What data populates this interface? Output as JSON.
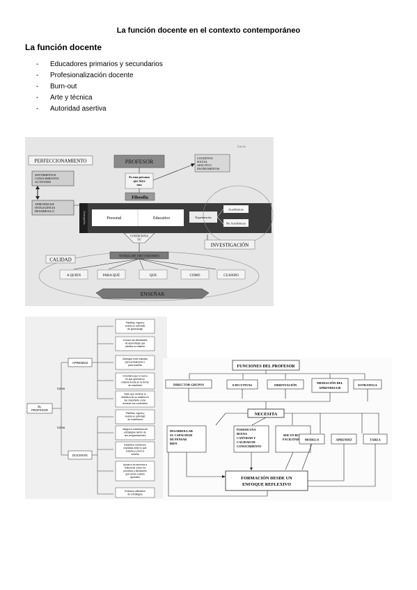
{
  "doc": {
    "title": "La función docente en el contexto contemporáneo",
    "section_heading": "La función docente",
    "bullets": [
      "Educadores primarios y secundarios",
      "Profesionalización docente",
      "Burn-out",
      "Arte y técnica",
      "Autoridad asertiva"
    ]
  },
  "figure1": {
    "corner_note": "Lucas",
    "perfeccionamiento": "PERFECCIONAMIENTO",
    "profesor": "PROFESOR",
    "sentimientos": [
      "SENTIMIENTOS",
      "CONOCIMIENTOS",
      "ACTITUDES"
    ],
    "aprendizaje": [
      "APRENDIZAJE",
      "INTELIGENCIA",
      "DESARROLLO"
    ],
    "es_una_persona": [
      "Es una persona",
      "que tiene",
      "una"
    ],
    "cognitiva": [
      "COGNITIVA",
      "SOCIAL",
      "AFECTIVO",
      "INSTRUMENTOS"
    ],
    "filosofia": "Filosofía",
    "concepcion": "Concepción",
    "personal": "Personal",
    "educativo": "Educativo",
    "experiencias": "Experiencias",
    "academicas": "Académicas",
    "no_academicas": "No Académicas",
    "condiciona": [
      "CONDICIONA",
      "SU"
    ],
    "investigacion": "INVESTIGACIÓN",
    "calidad": "CALIDAD",
    "toma_decisiones": "TOMA DE DECISIONES",
    "questions": [
      "A QUIEN",
      "PARA QUÉ",
      "QUE",
      "COMO",
      "CUANDO"
    ],
    "ensenar": "ENSEÑAR"
  },
  "figure2": {
    "el_profesor": [
      "EL",
      "PROFESOR"
    ],
    "como_1": "Como",
    "como_2": "Como",
    "aprendiz": "APRENDIZ",
    "docente": "DOCENTE",
    "aprendiz_items": [
      [
        "Planifica, regula y",
        "evalúa su actividad",
        "de aprendizaje"
      ],
      [
        "Conoce las dificultades",
        "de aprendizaje que",
        "plantea su materia"
      ],
      [
        "Distingue entre estudiar",
        "para actualizarse o",
        "para enseñar"
      ],
      [
        "Considera que lo nuevo",
        "en que aprende su",
        "materia incide en la forma",
        "de enseñarla"
      ],
      [
        "Sabe que dominar la",
        "didáctica de su materia es",
        "tan importante como",
        "dominar sus contenidos"
      ]
    ],
    "docente_items": [
      [
        "Planifica, regula y",
        "evalúa su actividad",
        "de enseñanza"
      ],
      [
        "Integra la enseñanza de",
        "estrategias dentro de",
        "sus programaciones"
      ],
      [
        "Establece relaciones",
        "explícitas entre lo que",
        "enseña y cómo lo",
        "enseña"
      ],
      [
        "Ayuda a los alumnos a",
        "reflexionar sobre los",
        "procesos y decisiones",
        "que toman cuando",
        "aprenden"
      ],
      [
        "Evalúa la utilización",
        "de estrategias"
      ]
    ]
  },
  "figure3": {
    "funciones": "FUNCIONES DEL PROFESOR",
    "top_items": [
      [
        "DIRECTOR GRUPOS"
      ],
      [
        "EJECUTIVAS"
      ],
      [
        "ORIENTACIÓN"
      ],
      [
        "MEDIACIÓN DEL",
        "APRENDIZAJE"
      ],
      [
        "ESTRATEGA"
      ]
    ],
    "necesita": "NECESITA",
    "bottom_items": [
      [
        "DESARROLLAR",
        "SU CAPACIDAD",
        "DE PENSAR",
        "BIEN"
      ],
      [
        "POSEER UNA",
        "BUENA",
        "CANTIDAD Y",
        "CALIDAD DE",
        "CONOCIMIENTO"
      ],
      [
        "SER UN BUEN",
        "FACILITADOR"
      ],
      [
        "MODELO"
      ],
      [
        "APRENDIZ"
      ],
      [
        "TAREA"
      ]
    ],
    "formacion": [
      "FORMACIÓN DESDE UN",
      "ENFOQUE REFLEXIVO"
    ]
  }
}
